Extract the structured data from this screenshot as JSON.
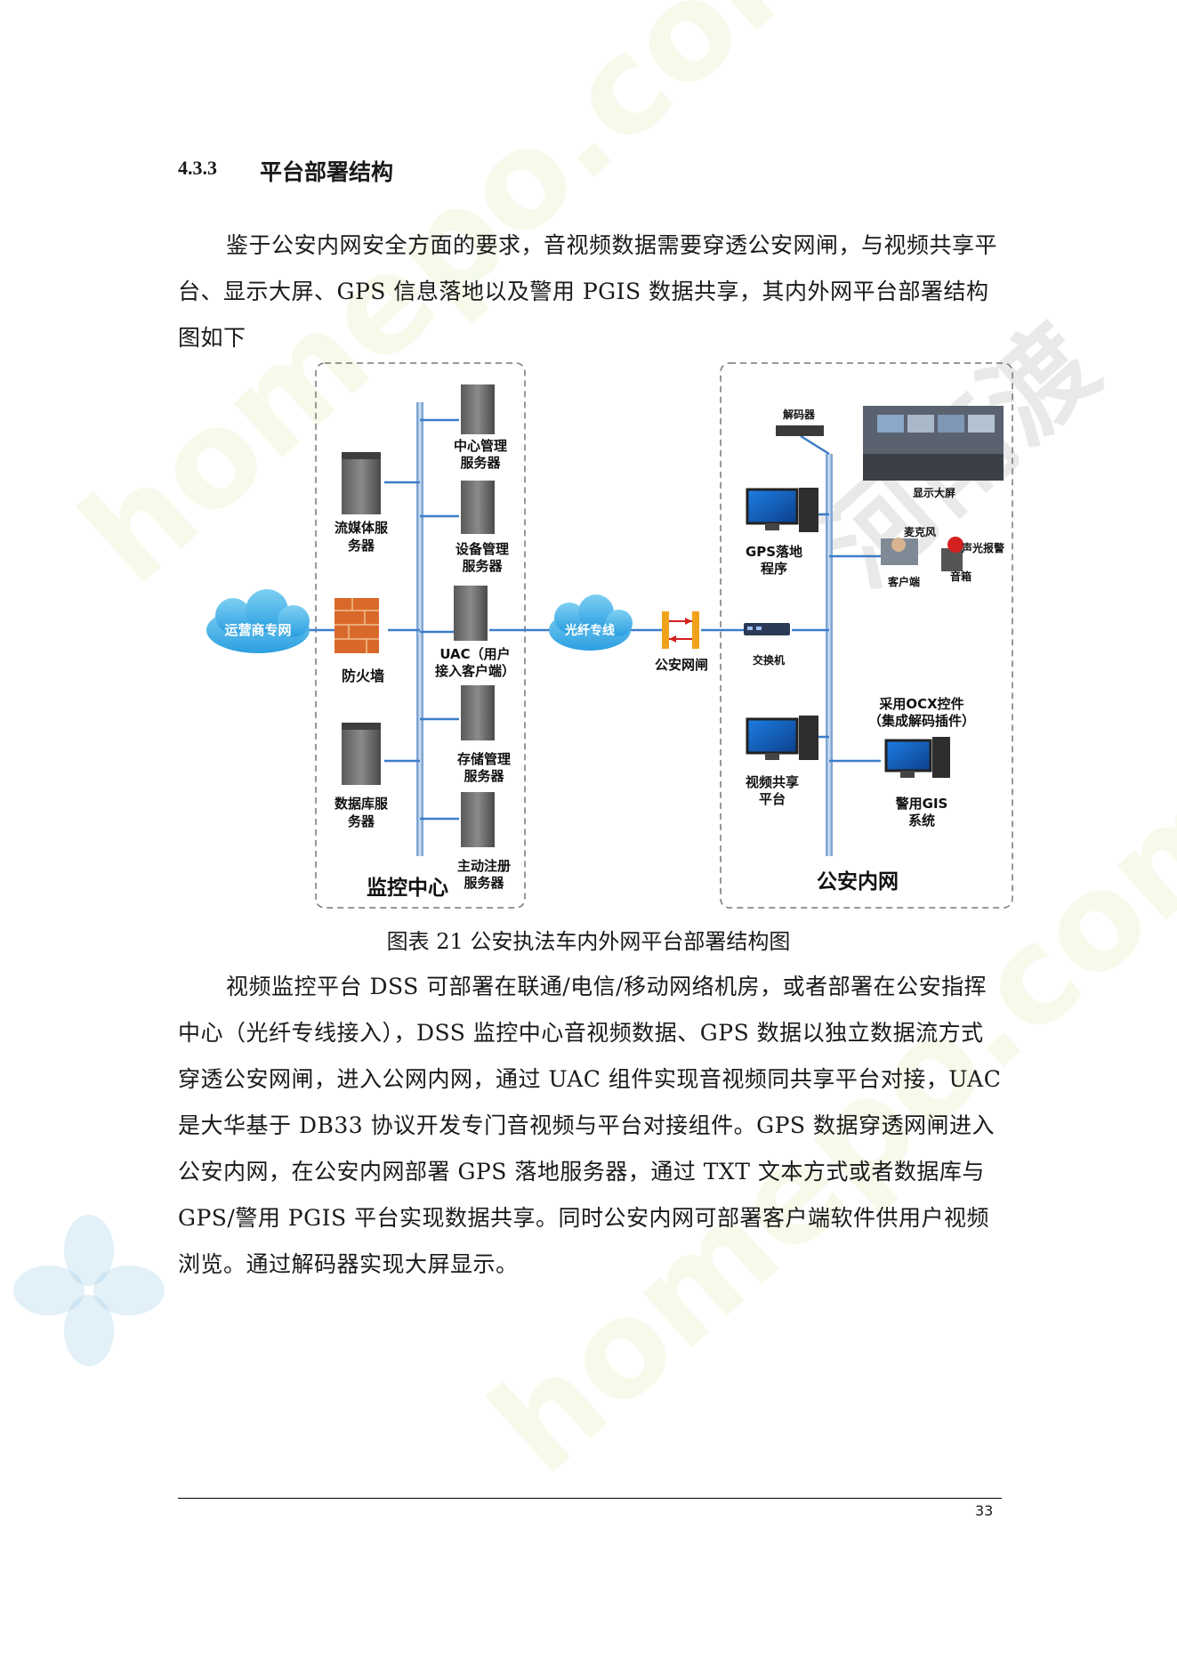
{
  "section": {
    "number": "4.3.3",
    "title": "平台部署结构"
  },
  "intro": "鉴于公安内网安全方面的要求，音视频数据需要穿透公安网闸，与视频共享平台、显示大屏、GPS 信息落地以及警用 PGIS 数据共享，其内外网平台部署结构图如下",
  "diagram": {
    "left_zone_title": "监控中心",
    "right_zone_title": "公安内网",
    "cloud_operator": "运营商专网",
    "cloud_fiber": "光纤专线",
    "firewall": "防火墙",
    "gateway": "公安网闸",
    "streaming_1": "流媒体服",
    "streaming_2": "务器",
    "database_1": "数据库服",
    "database_2": "务器",
    "center_mgmt_1": "中心管理",
    "center_mgmt_2": "服务器",
    "device_mgmt_1": "设备管理",
    "device_mgmt_2": "服务器",
    "uac_1": "UAC（用户",
    "uac_2": "接入客户端）",
    "storage_1": "存储管理",
    "storage_2": "服务器",
    "register_1": "主动注册",
    "register_2": "服务器",
    "decoder": "解码器",
    "big_screen": "显示大屏",
    "gps_1": "GPS落地",
    "gps_2": "程序",
    "microphone": "麦克风",
    "alarm": "声光报警",
    "client": "客户端",
    "speaker": "音箱",
    "switch": "交换机",
    "ocx_1": "采用OCX控件",
    "ocx_2": "（集成解码插件）",
    "video_share_1": "视频共享",
    "video_share_2": "平台",
    "pgis_1": "警用GIS",
    "pgis_2": "系统"
  },
  "caption": "图表 21  公安执法车内外网平台部署结构图",
  "body": "视频监控平台 DSS 可部署在联通/电信/移动网络机房，或者部署在公安指挥中心（光纤专线接入），DSS 监控中心音视频数据、GPS 数据以独立数据流方式穿透公安网闸，进入公网内网，通过 UAC 组件实现音视频同共享平台对接，UAC 是大华基于 DB33 协议开发专门音视频与平台对接组件。GPS 数据穿透网闸进入公安内网，在公安内网部署 GPS 落地服务器，通过 TXT 文本方式或者数据库与 GPS/警用 PGIS 平台实现数据共享。同时公安内网可部署客户端软件供用户视频浏览。通过解码器实现大屏显示。",
  "page_number": "33",
  "watermark": {
    "latin": "homepo.com",
    "cjk": "河南渡"
  }
}
